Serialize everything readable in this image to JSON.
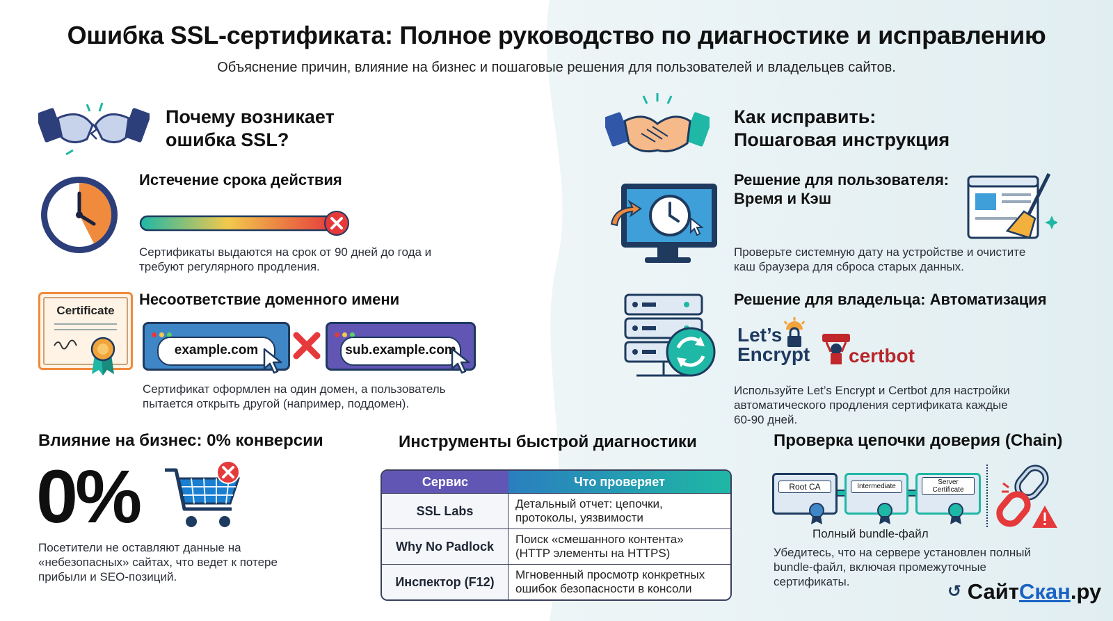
{
  "title": "Ошибка SSL-сертификата: Полное руководство по диагностике и исправлению",
  "subtitle": "Объяснение причин, влияние на бизнес и пошаговые решения для пользователей и владельцев сайтов.",
  "why": {
    "title_line1": "Почему возникает",
    "title_line2": "ошибка SSL?",
    "expiry": {
      "title": "Истечение срока действия",
      "text_line1": "Сертификаты выдаются на срок от 90 дней до года и",
      "text_line2": "требуют регулярного продления."
    },
    "mismatch": {
      "title": "Несоответствие доменного имени",
      "certificate_label": "Certificate",
      "domain_a": "example.com",
      "domain_b": "sub.example.com",
      "text_line1": "Сертификат оформлен на один домен, а пользователь",
      "text_line2": "пытается открыть другой (например, поддомен)."
    }
  },
  "fix": {
    "title_line1": "Как исправить:",
    "title_line2": "Пошаговая инструкция",
    "user": {
      "title_line1": "Решение для пользователя:",
      "title_line2": "Время и Кэш",
      "text_line1": "Проверьте системную дату на устройстве и очистите",
      "text_line2": "каш браузера для сброса старых данных."
    },
    "owner": {
      "title": "Решение для владельца: Автоматизация",
      "letsencrypt_line1": "Let’s",
      "letsencrypt_line2": "Encrypt",
      "certbot": "certbot",
      "text_line1": "Используйте Let’s Encrypt и Certbot для настройки",
      "text_line2": "автоматического продления сертификата каждые",
      "text_line3": "60-90 дней."
    }
  },
  "business": {
    "title": "Влияние на бизнес: 0% конверсии",
    "value": "0%",
    "text_line1": "Посетители не оставляют данные на",
    "text_line2": "«небезопасных» сайтах, что ведет к потере",
    "text_line3": "прибыли и SEO-позиций."
  },
  "tools": {
    "title": "Инструменты быстрой диагностики",
    "header_service": "Сервис",
    "header_checks": "Что проверяет",
    "rows": [
      {
        "service": "SSL Labs",
        "line1": "Детальный отчет: цепочки,",
        "line2": "протоколы, уязвимости"
      },
      {
        "service": "Why No Padlock",
        "line1": "Поиск «смешанного контента»",
        "line2": "(HTTP элементы на HTTPS)"
      },
      {
        "service": "Инспектор (F12)",
        "line1": "Мгновенный просмотр конкретных",
        "line2": "ошибок безопасности в консоли"
      }
    ]
  },
  "chain": {
    "title": "Проверка цепочки доверия (Chain)",
    "root": "Root CA",
    "intermediate": "Intermediate",
    "server_line1": "Server",
    "server_line2": "Certificate",
    "bundle_caption": "Полный bundle-файл",
    "text_line1": "Убедитесь, что на сервере установлен полный",
    "text_line2": "bundle-файл, включая промежуточные",
    "text_line3": "сертификаты."
  },
  "brand": {
    "name_part1": "Сайт",
    "name_part2": "Скан",
    "name_part3": ".ру"
  },
  "colors": {
    "accent_blue": "#1a63c4",
    "teal": "#1fb7a5",
    "purple": "#6256b5",
    "error_red": "#e5393b",
    "navy": "#1e3a5f"
  }
}
